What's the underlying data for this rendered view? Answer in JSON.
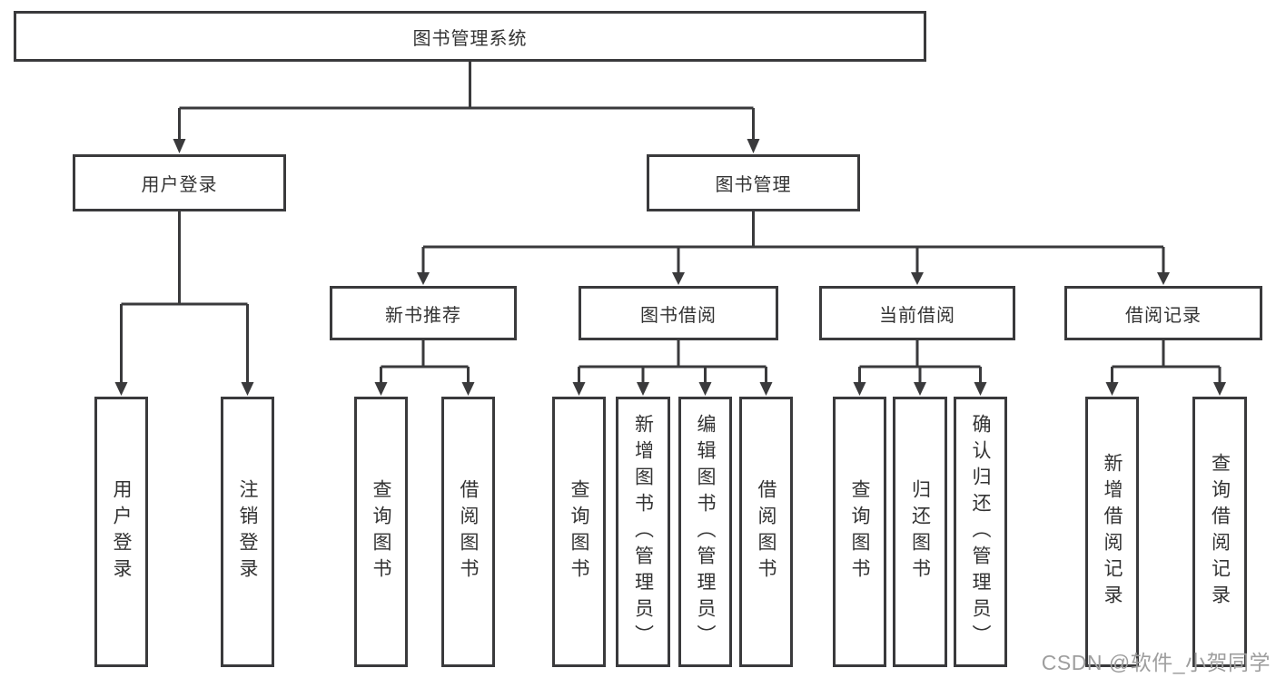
{
  "colors": {
    "line": "#3a3a3c",
    "text": "#333333",
    "watermark": "#9e9e9e",
    "background": "#ffffff"
  },
  "watermark": "CSDN @软件_小贺同学",
  "tree": {
    "label": "图书管理系统",
    "children": [
      {
        "label": "用户登录",
        "children": [
          {
            "label": "用户登录"
          },
          {
            "label": "注销登录"
          }
        ]
      },
      {
        "label": "图书管理",
        "children": [
          {
            "label": "新书推荐",
            "children": [
              {
                "label": "查询图书"
              },
              {
                "label": "借阅图书"
              }
            ]
          },
          {
            "label": "图书借阅",
            "children": [
              {
                "label": "查询图书"
              },
              {
                "label": "新增图书（管理员）"
              },
              {
                "label": "编辑图书（管理员）"
              },
              {
                "label": "借阅图书"
              }
            ]
          },
          {
            "label": "当前借阅",
            "children": [
              {
                "label": "查询图书"
              },
              {
                "label": "归还图书"
              },
              {
                "label": "确认归还（管理员）"
              }
            ]
          },
          {
            "label": "借阅记录",
            "children": [
              {
                "label": "新增借阅记录"
              },
              {
                "label": "查询借阅记录"
              }
            ]
          }
        ]
      }
    ]
  }
}
